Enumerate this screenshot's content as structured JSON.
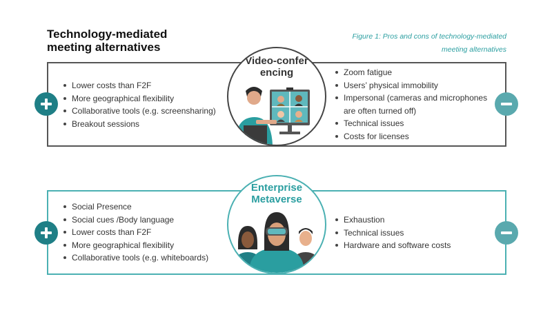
{
  "title": "Technology-mediated meeting alternatives",
  "figure_caption": "Figure 1: Pros and cons of technology-mediated meeting alternatives",
  "colors": {
    "teal": "#2a9ea0",
    "teal_dark": "#1f7f86",
    "light_teal": "#5fb8bd",
    "gray": "#555555"
  },
  "sections": [
    {
      "heading": "Video-conferencing",
      "pros_icon": "plus-icon",
      "cons_icon": "minus-icon",
      "pros": [
        "Lower costs than F2F",
        "More geographical flexibility",
        "Collaborative tools (e.g. screensharing)",
        "Breakout sessions"
      ],
      "cons": [
        "Zoom fatigue",
        "Users’ physical immobility",
        "Impersonal (cameras and microphones are often turned off)",
        "Technical issues",
        "Costs for licenses"
      ]
    },
    {
      "heading": "Enterprise Metaverse",
      "pros_icon": "plus-icon",
      "cons_icon": "minus-icon",
      "pros": [
        "Social Presence",
        "Social cues /Body language",
        "Lower costs than F2F",
        "More geographical flexibility",
        "Collaborative tools (e.g. whiteboards)"
      ],
      "cons": [
        "Exhaustion",
        "Technical issues",
        "Hardware and software costs"
      ]
    }
  ]
}
